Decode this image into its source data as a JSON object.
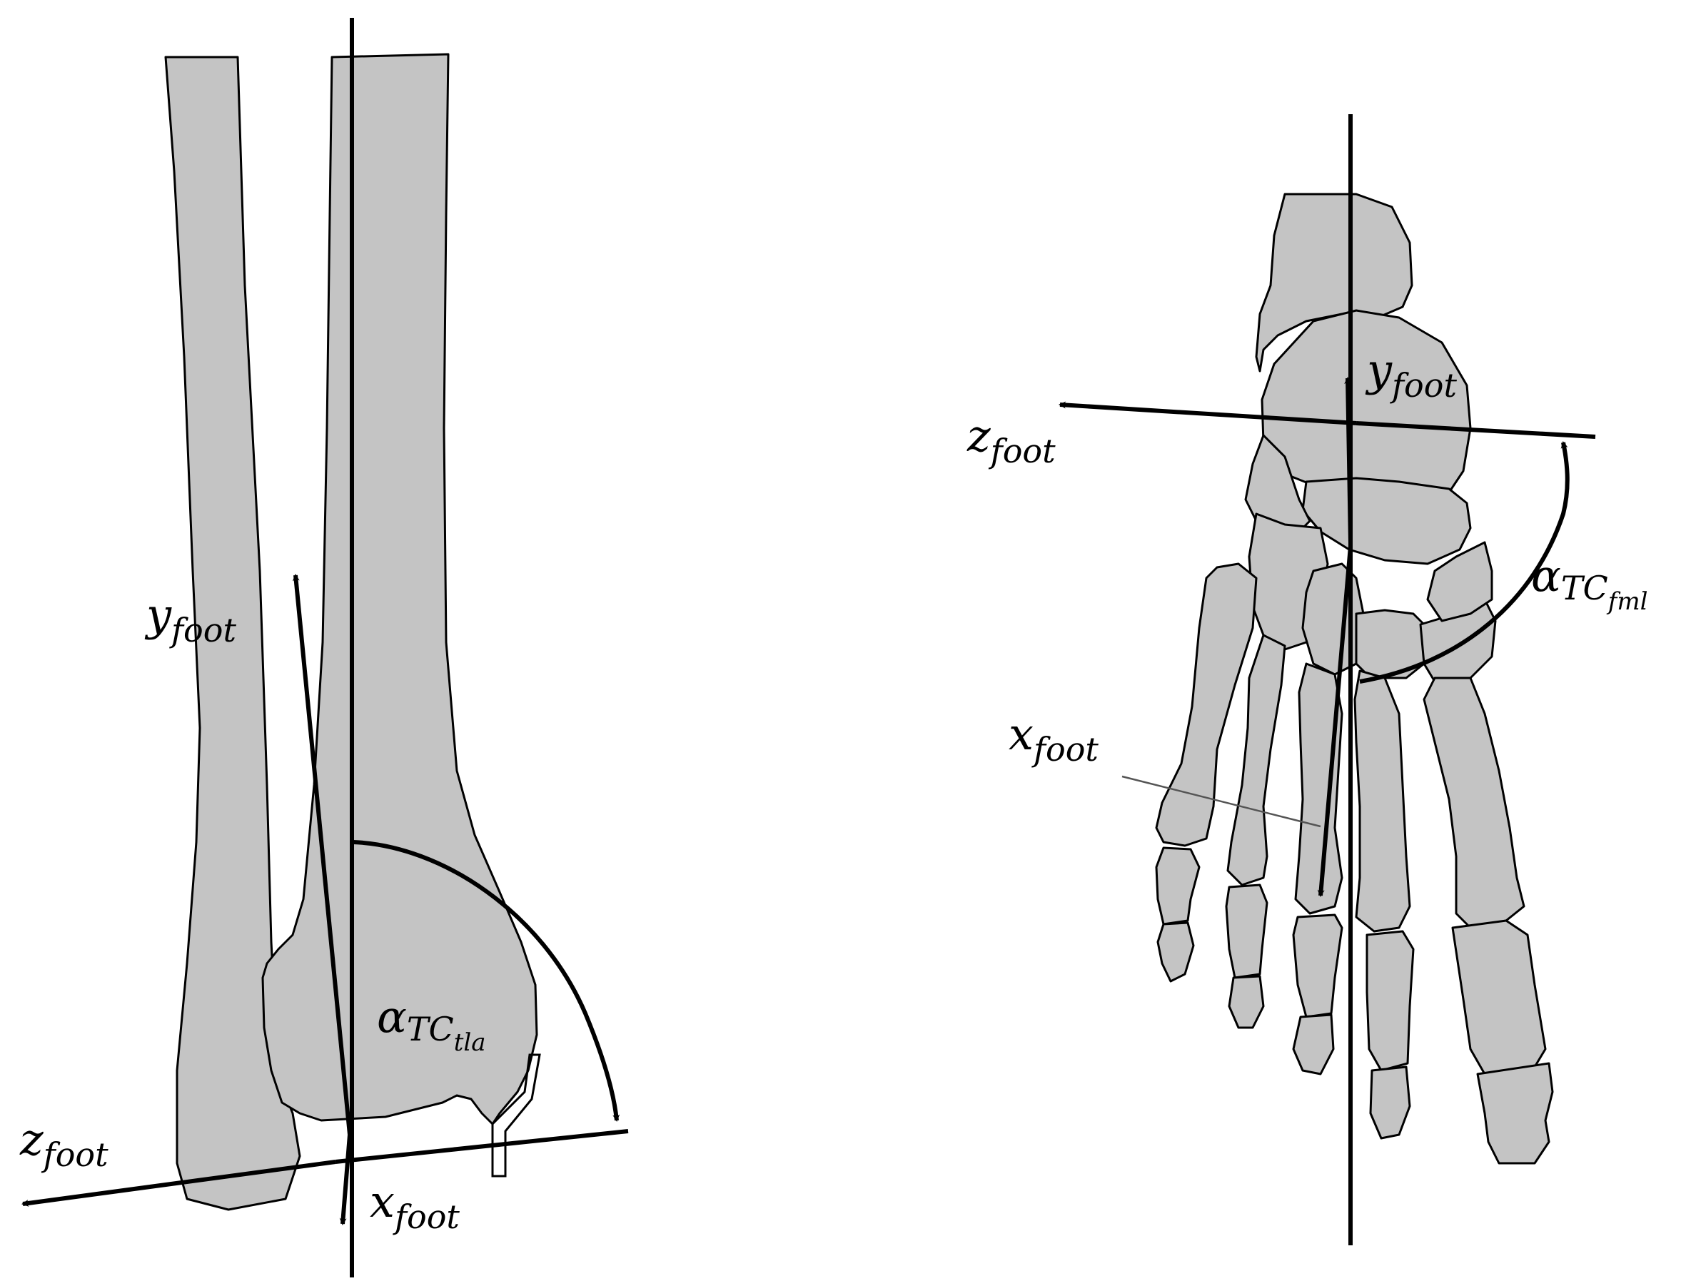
{
  "ankle_view": {
    "label_y": {
      "main": "y",
      "sub": "foot"
    },
    "label_z": {
      "main": "z",
      "sub": "foot"
    },
    "label_x": {
      "main": "x",
      "sub": "foot"
    },
    "label_angle": {
      "main": "α",
      "sub": "TC",
      "subsub": "tla"
    }
  },
  "foot_view": {
    "label_y": {
      "main": "y",
      "sub": "foot"
    },
    "label_z": {
      "main": "z",
      "sub": "foot"
    },
    "label_x": {
      "main": "x",
      "sub": "foot"
    },
    "label_angle": {
      "main": "α",
      "sub": "TC",
      "subsub": "fml"
    }
  }
}
